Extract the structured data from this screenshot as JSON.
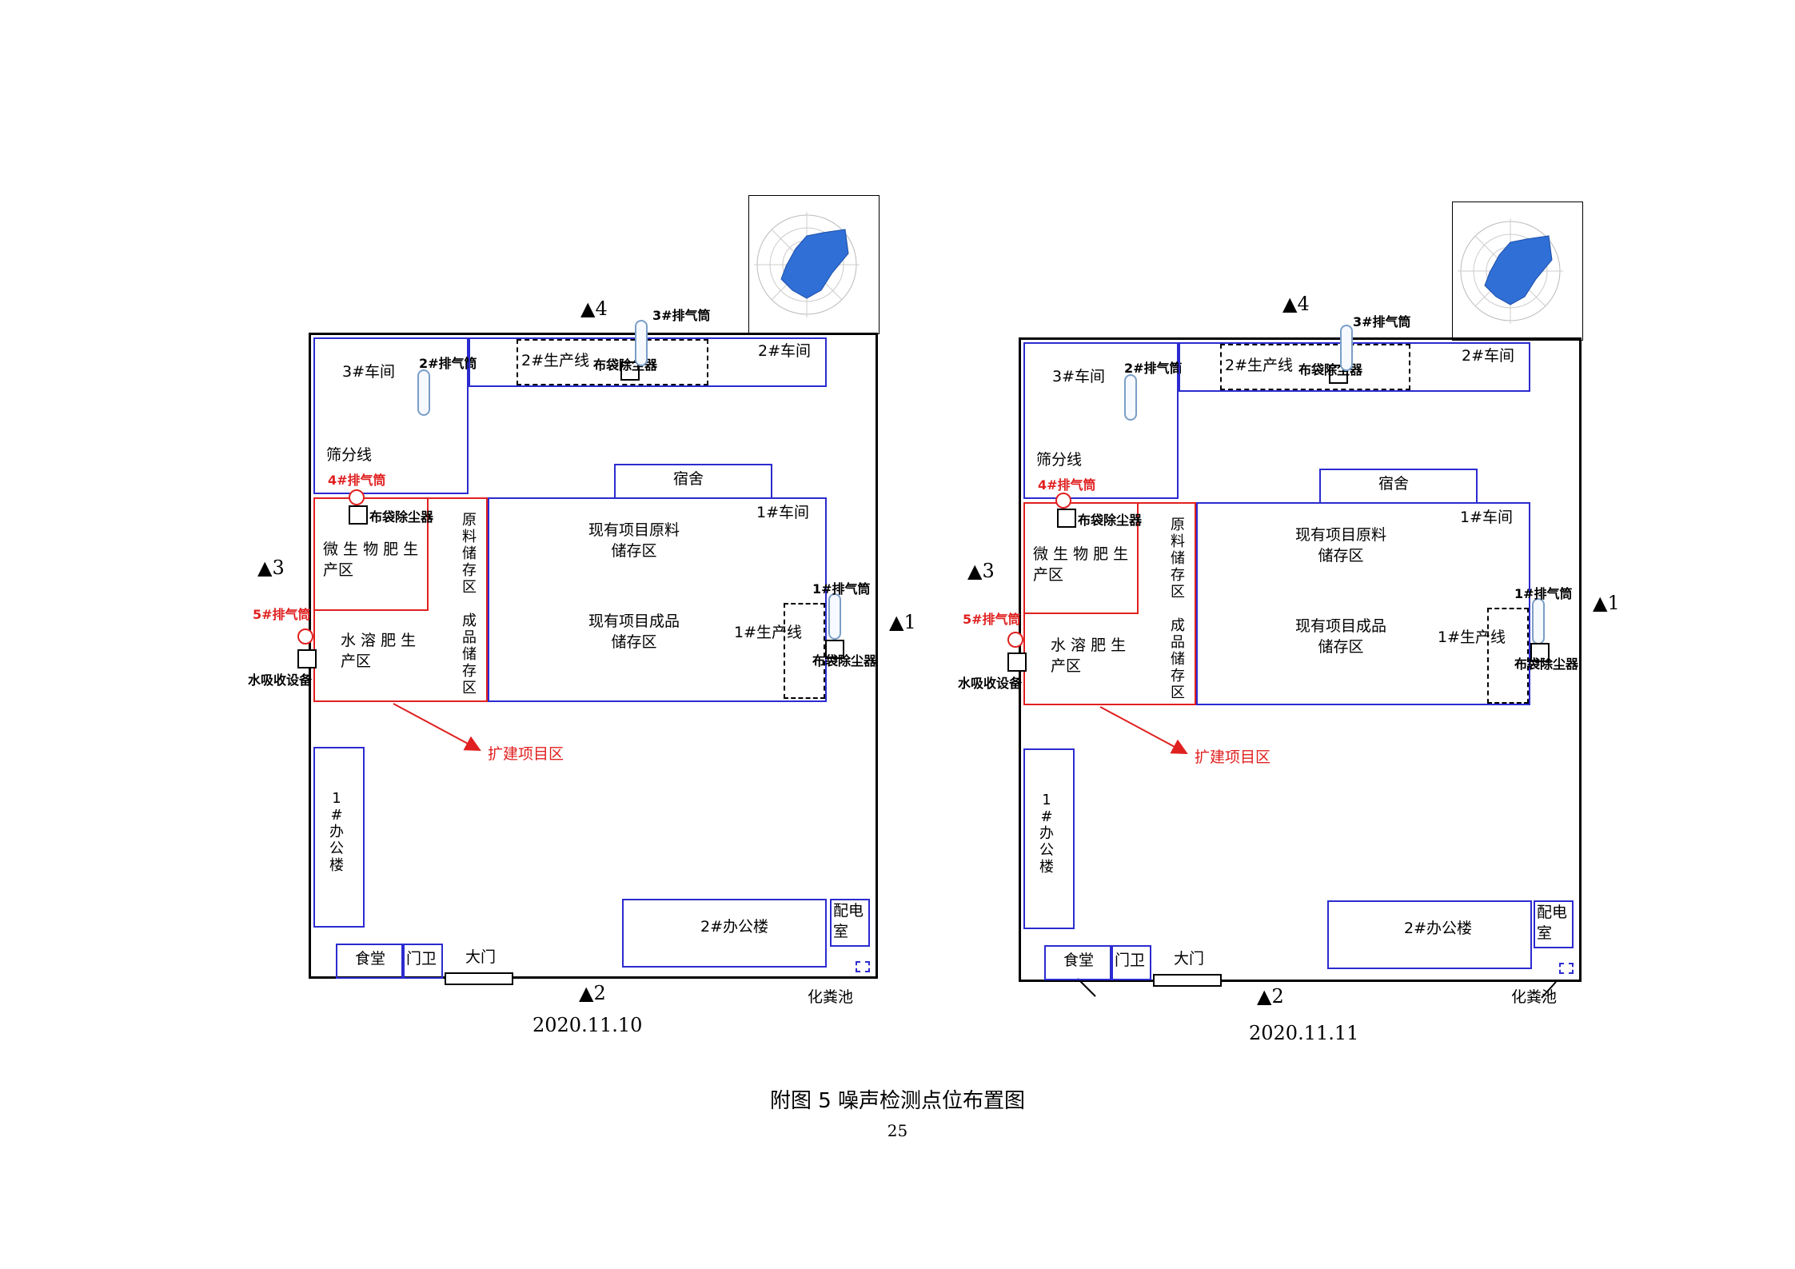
{
  "plans": [
    {
      "date": "2020.11.10",
      "labels": {
        "workshop3": "3#车间",
        "screening": "筛分线",
        "stack2": "2#排气筒",
        "line2": "2#生产线",
        "bag_top": "布袋除尘器",
        "stack3": "3#排气筒",
        "workshop2": "2#车间",
        "dormitory": "宿舍",
        "stack4": "4#排气筒",
        "bag_left": "布袋除尘器",
        "microbial": "微 生 物 肥 生 产区",
        "raw_store": "原料储存区",
        "product_store": "成品储存区",
        "workshop1": "1#车间",
        "existing_raw": "现有项目原料储存区",
        "existing_product": "现有项目成品储存区",
        "line1": "1#生产线",
        "stack1": "1#排气筒",
        "bag_right": "布袋除尘器",
        "stack5": "5#排气筒",
        "water_soluble": "水 溶 肥 生 产区",
        "water_absorb": "水吸收设备",
        "expansion": "扩建项目区",
        "office1": "1#办公楼",
        "office2": "2#办公楼",
        "power_room": "配电室",
        "canteen": "食堂",
        "guard": "门卫",
        "gate": "大门",
        "septic": "化粪池"
      },
      "points": [
        "▲1",
        "▲2",
        "▲3",
        "▲4"
      ]
    },
    {
      "date": "2020.11.11",
      "labels": {
        "workshop3": "3#车间",
        "screening": "筛分线",
        "stack2": "2#排气筒",
        "line2": "2#生产线",
        "bag_top": "布袋除尘器",
        "stack3": "3#排气筒",
        "workshop2": "2#车间",
        "dormitory": "宿舍",
        "stack4": "4#排气筒",
        "bag_left": "布袋除尘器",
        "microbial": "微 生 物 肥 生 产区",
        "raw_store": "原料储存区",
        "product_store": "成品储存区",
        "workshop1": "1#车间",
        "existing_raw": "现有项目原料储存区",
        "existing_product": "现有项目成品储存区",
        "line1": "1#生产线",
        "stack1": "1#排气筒",
        "bag_right": "布袋除尘器",
        "stack5": "5#排气筒",
        "water_soluble": "水 溶 肥 生 产区",
        "water_absorb": "水吸收设备",
        "expansion": "扩建项目区",
        "office1": "1#办公楼",
        "office2": "2#办公楼",
        "power_room": "配电室",
        "canteen": "食堂",
        "guard": "门卫",
        "gate": "大门",
        "septic": "化粪池"
      },
      "points": [
        "▲1",
        "▲2",
        "▲3",
        "▲4"
      ]
    }
  ],
  "caption": "附图 5  噪声检测点位布置图",
  "page_number": "25",
  "colors": {
    "building_border": "#2b2bd0",
    "expansion_border": "#e02020",
    "rose_fill": "#2f6fd6"
  }
}
